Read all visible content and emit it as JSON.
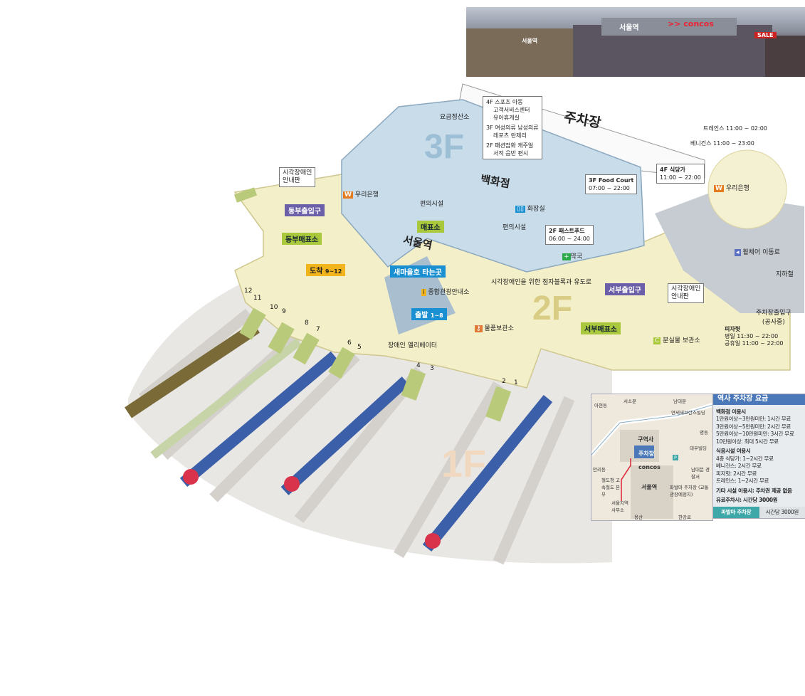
{
  "photo": {
    "sign_station": "서울역",
    "sign_concos": ">> concos",
    "sign_sale": "SALE"
  },
  "floors": {
    "f3": "3F",
    "f2": "2F",
    "f1": "1F"
  },
  "landmarks": {
    "parking": "주차장",
    "dept_store": "백화점",
    "station": "서울역"
  },
  "info_boxes": {
    "dept_floors": [
      "4F 스포츠 아동",
      "고객서비스센터",
      "유아휴게실",
      "3F 여성의류 남성의류",
      "레포츠 란제리",
      "2F 패션잡화 캐주얼",
      "서적 음반 편시"
    ],
    "food_court_3f": [
      "3F Food Court",
      "07:00 ~ 22:00"
    ],
    "restaurant_4f": [
      "4F 식당가",
      "11:00 ~ 22:00"
    ],
    "fastfood_2f": [
      "2F 패스트푸드",
      "06:00 ~ 24:00"
    ],
    "guide_board_east": [
      "시각장애인",
      "안내판"
    ],
    "guide_board_west": [
      "시각장애인",
      "안내판"
    ]
  },
  "labels": {
    "toll": "요금정산소",
    "trains": "트레인스 11:00 ~ 02:00",
    "bennigans": "베니건스 11:00 ~ 23:00",
    "woori_left": "우리은행",
    "woori_right": "우리은행",
    "convenience1": "편의시설",
    "convenience2": "편의시설",
    "restroom": "화장실",
    "pharmacy": "약국",
    "wheelchair_path": "휠체어 이동로",
    "subway": "지하철",
    "tourist_info": "종합관광안내소",
    "braille": "시각장애인을 위한 점자블록과 유도로",
    "parking_entrance": [
      "주차장출입구",
      "(공사중)"
    ],
    "locker": "물품보관소",
    "lost_found": "분실물 보관소",
    "pizza": [
      "피자헛",
      "평일 11:30 ~ 22:00",
      "공휴일 11:00 ~ 22:00"
    ],
    "elevator": "장애인 엘리베이터"
  },
  "tags": {
    "east_entrance": "동부출입구",
    "west_entrance": "서부출입구",
    "east_ticket": "동부매표소",
    "west_ticket": "서부매표소",
    "ticket": "매표소",
    "arrival": "도착",
    "arrival_platforms": "9~12",
    "saemaeul": "새마을호 타는곳",
    "departure": "출발",
    "departure_platforms": "1~8"
  },
  "platforms": [
    "12",
    "11",
    "10",
    "9",
    "8",
    "7",
    "6",
    "5",
    "4",
    "3",
    "2",
    "1"
  ],
  "map": {
    "places": [
      "아현동",
      "서소문",
      "남대문",
      "연세세브란스빌딩",
      "명동",
      "구역사",
      "주차장",
      "P",
      "concos",
      "대우빌딩",
      "남대문 경찰서",
      "만리동",
      "철도청 고속철도 본부",
      "서울역",
      "파발마 주차장 (교통광장예정지)",
      "서울지역 사무소",
      "용산",
      "한강로"
    ]
  },
  "parking_fees": {
    "title": "역사 주차장 요금",
    "dept_title": "백화점 이용시",
    "dept_rows": [
      "1만원이상~3만원미만: 1시간 무료",
      "3만원이상~5만원미만: 2시간 무료",
      "5만원이상~10만원미만: 3시간 무료",
      "10만원이상: 최대 5시간 무료"
    ],
    "food_title": "식음시설 이용시",
    "food_rows": [
      "4층 식당가: 1~2시간 무료",
      "베니건스: 2시간 무료",
      "피자헛: 2시간 무료",
      "트레인스: 1~2시간 무료"
    ],
    "other": "기타 시설 이용시: 주차권 제공 없음",
    "paid": "유료주차시: 시간당 3000원",
    "footer_name": "파발마 주차장",
    "footer_rate": "시간당 3000원"
  },
  "colors": {
    "concourse": "#f3efc8",
    "dept": "#c9dcea",
    "east_entrance": "#6a5fa8",
    "ticket": "#a9c83c",
    "arrival": "#f2b41c",
    "saemaeul": "#1a8fd1",
    "fee_header": "#4a78b8",
    "fee_footer": "#3ea8a8"
  }
}
